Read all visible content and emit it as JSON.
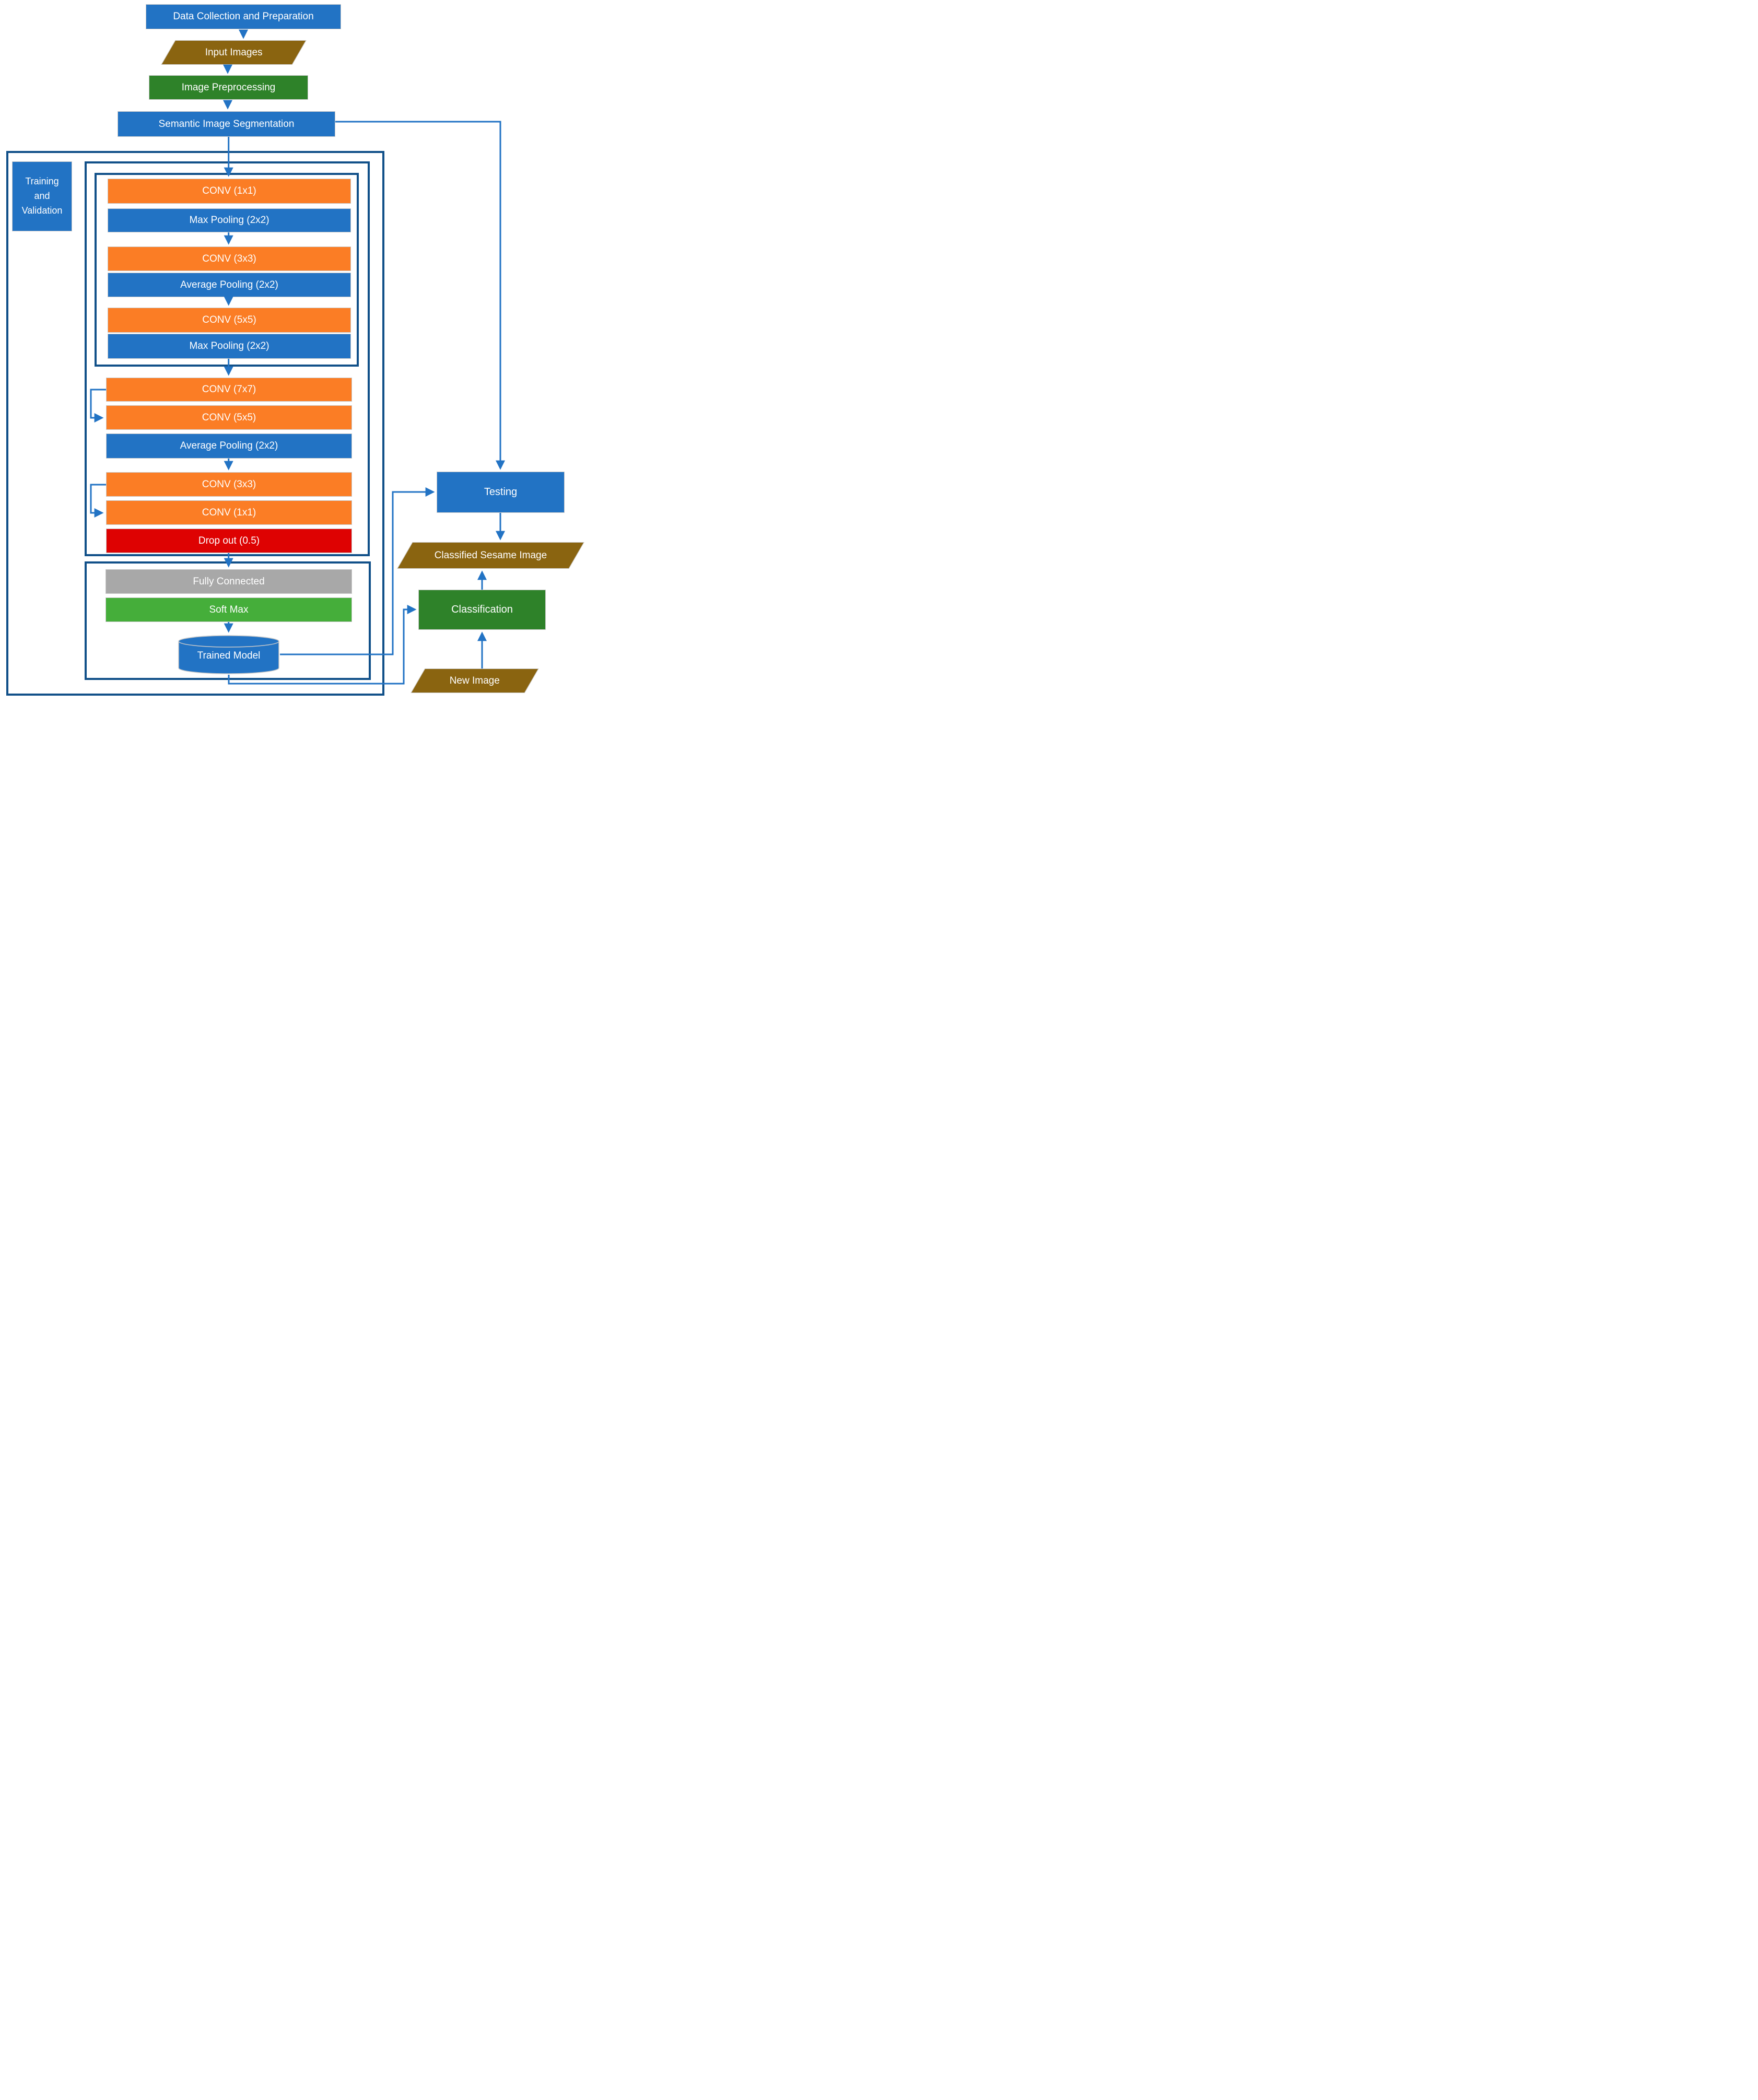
{
  "palette": {
    "node_blue": "#2273C4",
    "border_blue": "#115089",
    "orange": "#FB7D25",
    "olive": "#8A6410",
    "green_dark": "#2E8229",
    "green_light": "#45AE3A",
    "red": "#DE0202",
    "gray": "#A8A8A8",
    "shape_border": "#C9C9C9",
    "text": "#FFFFFF"
  },
  "top_flow": {
    "data_collection": "Data Collection and Preparation",
    "input_images": "Input Images",
    "image_preprocessing": "Image Preprocessing",
    "semantic_segmentation": "Semantic Image Segmentation"
  },
  "training_section": {
    "label_line1": "Training",
    "label_line2": "and",
    "label_line3": "Validation"
  },
  "stacks": {
    "block1": [
      "CONV (1x1)",
      "Max Pooling (2x2)",
      "CONV (3x3)",
      "Average Pooling (2x2)",
      "CONV (5x5)",
      "Max Pooling (2x2)"
    ],
    "block2": [
      "CONV (7x7)",
      "CONV (5x5)",
      "Average Pooling (2x2)",
      "CONV (3x3)",
      "CONV (1x1)",
      "Drop out (0.5)"
    ]
  },
  "classifier_stage": {
    "fully_connected": "Fully Connected",
    "soft_max": "Soft Max",
    "trained_model": "Trained Model"
  },
  "testing_flow": {
    "testing": "Testing",
    "classified_sesame_image": "Classified Sesame Image",
    "classification": "Classification",
    "new_image": "New Image"
  }
}
